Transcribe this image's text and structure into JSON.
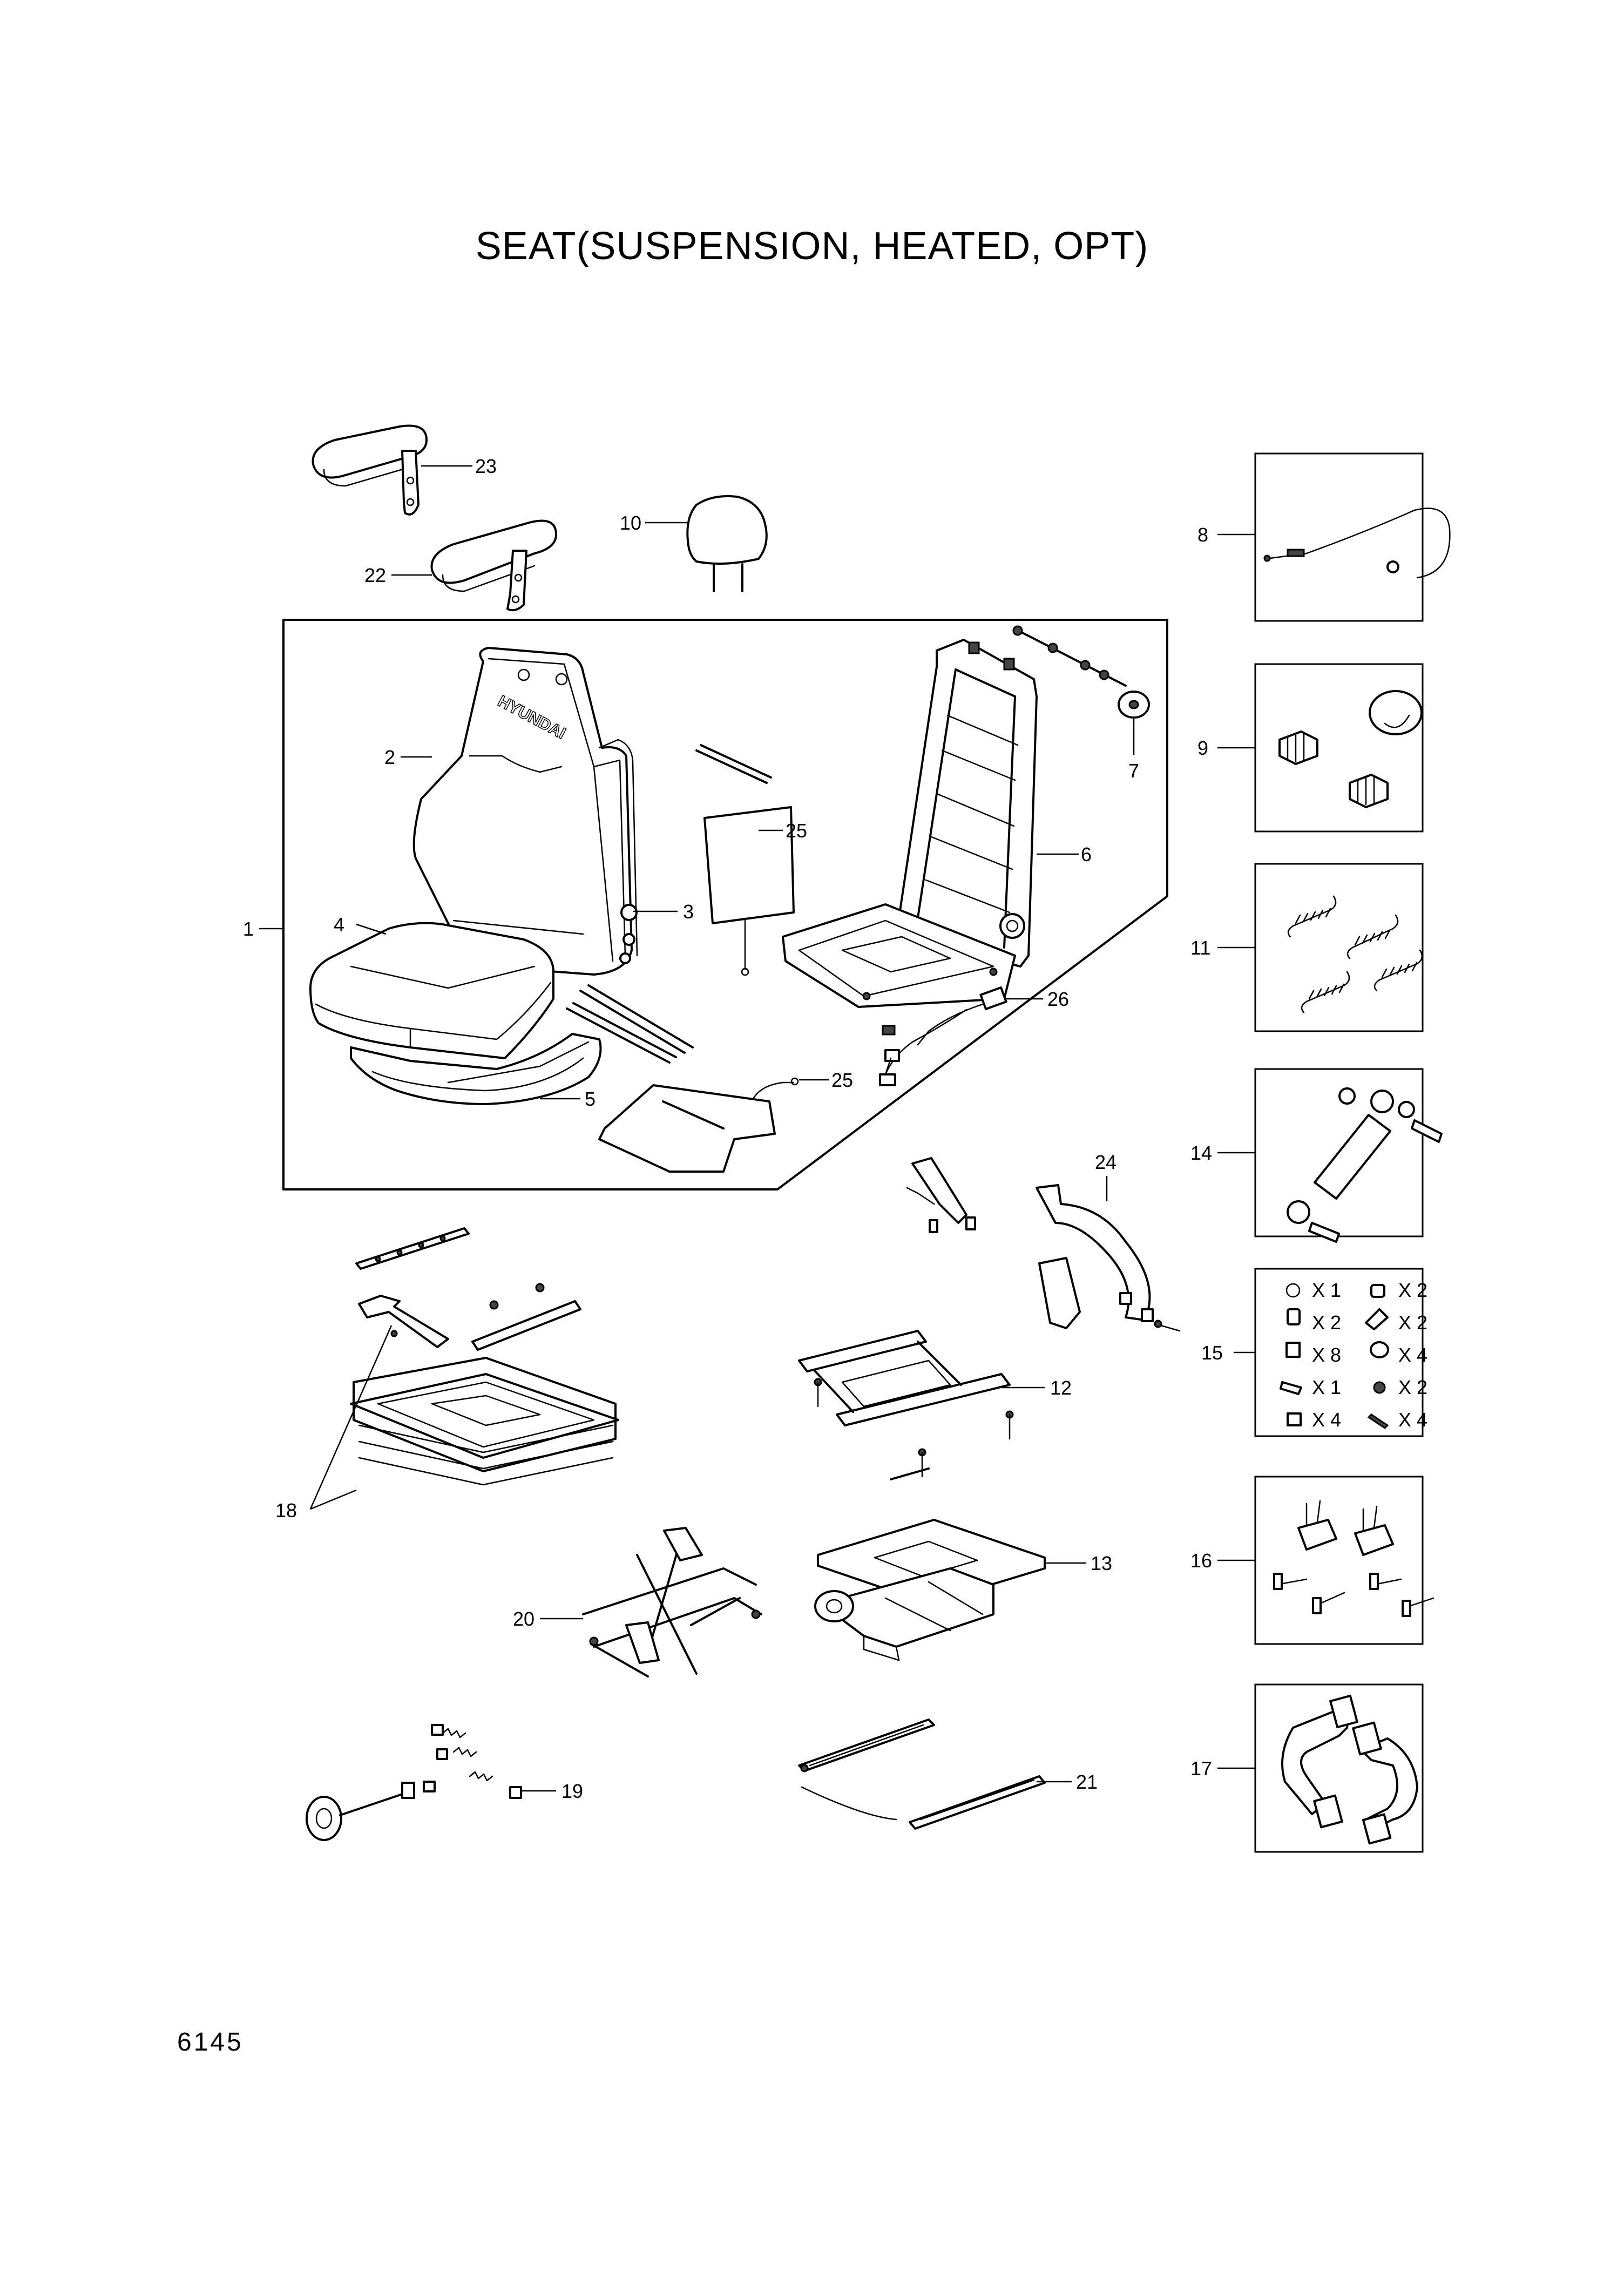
{
  "title": "SEAT(SUSPENSION, HEATED, OPT)",
  "page_number": "6145",
  "callouts": {
    "c1": "1",
    "c2": "2",
    "c3": "3",
    "c4": "4",
    "c5": "5",
    "c6": "6",
    "c7": "7",
    "c8": "8",
    "c9": "9",
    "c10": "10",
    "c11": "11",
    "c12": "12",
    "c13": "13",
    "c14": "14",
    "c15": "15",
    "c16": "16",
    "c17": "17",
    "c18": "18",
    "c19": "19",
    "c20": "20",
    "c21": "21",
    "c22": "22",
    "c23": "23",
    "c24": "24",
    "c25a": "25",
    "c25b": "25",
    "c26": "26"
  },
  "seat_logo": "HYUNDAI",
  "kit_15": {
    "quantities": [
      "X 1",
      "X 2",
      "X 2",
      "X 2",
      "X 8",
      "X 4",
      "X 1",
      "X 2",
      "X 4",
      "X 4"
    ]
  }
}
